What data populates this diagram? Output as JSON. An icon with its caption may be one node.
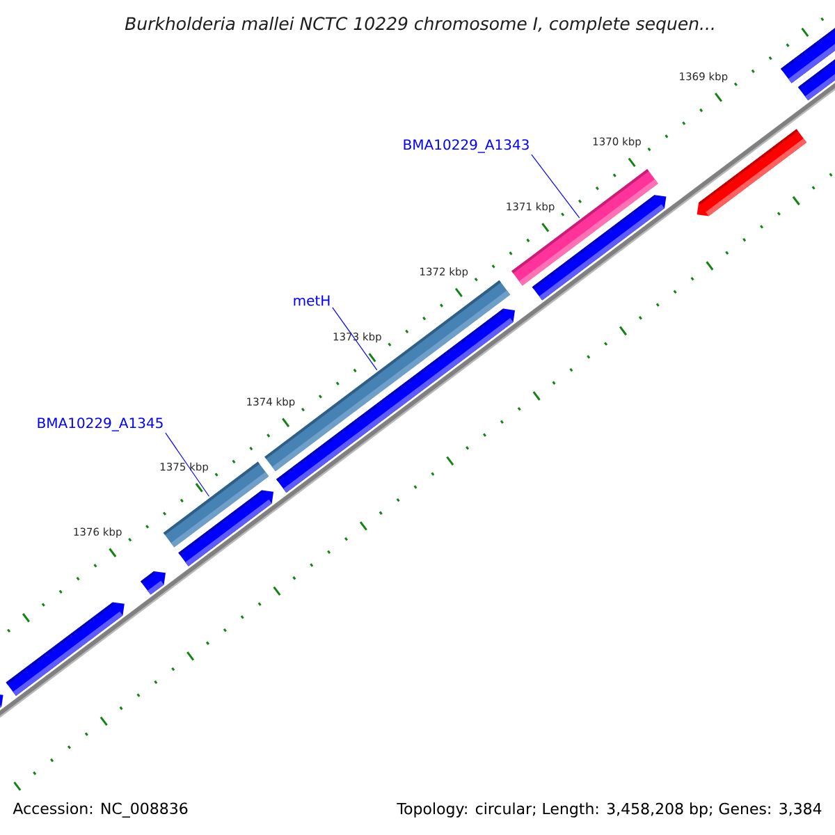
{
  "diagram": {
    "title": "Burkholderia mallei NCTC 10229 chromosome I, complete sequen...",
    "nodes": [
      {
        "text": [
          "BMA10229_A1343"
        ]
      },
      {
        "text": [
          "metH"
        ]
      },
      {
        "text": [
          "BMA10229_A1345"
        ]
      },
      {
        "text": [],
        "shape": "bar"
      },
      {
        "text": [],
        "shape": "bar"
      },
      {
        "text": [],
        "shape": "bar"
      },
      {
        "text": [],
        "shape": "bar"
      },
      {
        "text": [],
        "shape": "bar"
      },
      {
        "text": [],
        "shape": "bar"
      },
      {
        "text": [],
        "shape": "bar"
      },
      {
        "text": [],
        "shape": "bar"
      },
      {
        "text": [],
        "shape": "bar"
      },
      {
        "text": [],
        "shape": "bar"
      },
      {
        "text": [],
        "shape": "bar"
      },
      {
        "text": [],
        "shape": "bar"
      }
    ],
    "edges": [
      {
        "from": 0,
        "to": 10,
        "arrow": "none"
      },
      {
        "from": 1,
        "to": 8,
        "arrow": "none"
      },
      {
        "from": 2,
        "to": 6,
        "arrow": "none"
      }
    ],
    "labels": [
      "1369 kbp",
      "1370 kbp",
      "1371 kbp",
      "1372 kbp",
      "1373 kbp",
      "1374 kbp",
      "1375 kbp",
      "1376 kbp",
      "Accession: NC_008836",
      "Topology: circular; Length: 3,458,208 bp; Genes: 3,384"
    ]
  }
}
